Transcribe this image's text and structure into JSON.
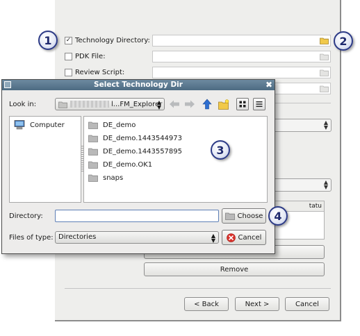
{
  "wizard": {
    "rows": [
      {
        "label": "Technology Directory:",
        "checked": true
      },
      {
        "label": "PDK File:",
        "checked": false
      },
      {
        "label": "Review Script:",
        "checked": false
      }
    ],
    "table_column": "tatu",
    "remove_button": "Remove",
    "back_button": "< Back",
    "next_button": "Next >",
    "cancel_button": "Cancel"
  },
  "dialog": {
    "title": "Select Technology Dir",
    "close_glyph": "✖",
    "look_in_label": "Look in:",
    "look_in_value": "l...FM_Explorer",
    "sidebar_items": [
      {
        "label": "Computer"
      }
    ],
    "files": [
      {
        "name": "DE_demo"
      },
      {
        "name": "DE_demo.1443544973"
      },
      {
        "name": "DE_demo.1443557895"
      },
      {
        "name": "DE_demo.OK1"
      },
      {
        "name": "snaps"
      }
    ],
    "directory_label": "Directory:",
    "directory_value": "",
    "files_of_type_label": "Files of type:",
    "files_of_type_value": "Directories",
    "choose_button": "Choose",
    "cancel_button": "Cancel"
  },
  "callouts": [
    "1",
    "2",
    "3",
    "4"
  ],
  "colors": {
    "titlebar": "#5a7890",
    "callout_border": "#2c3a86",
    "folder": "#b9b9b9",
    "up_arrow": "#2f6fd0",
    "cancel_icon": "#d9302a",
    "input_focus": "#5e7fb6"
  },
  "icons": [
    "folder-icon",
    "back-arrow-icon",
    "forward-arrow-icon",
    "up-arrow-icon",
    "new-folder-icon",
    "icon-view-icon",
    "list-view-icon",
    "computer-icon",
    "cancel-icon"
  ]
}
